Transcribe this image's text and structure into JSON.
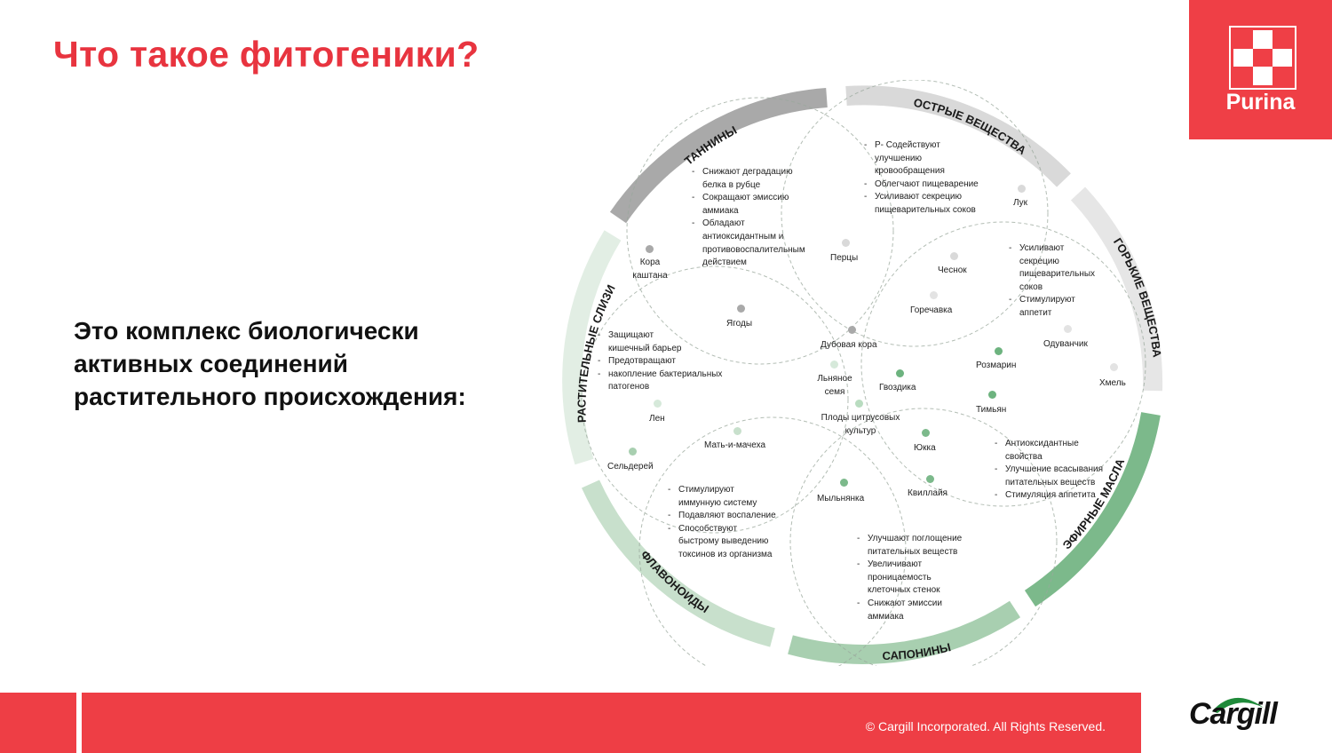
{
  "header": {
    "title": "Что такое фитогеники?",
    "subtitle_lines": [
      "Это комплекс биологически",
      "активных соединений",
      "растительного происхождения:"
    ]
  },
  "logos": {
    "purina": "Purina",
    "cargill": "Cargill"
  },
  "footer": {
    "copyright": "© Cargill Incorporated. All Rights Reserved."
  },
  "colors": {
    "accent_red": "#ee3e45",
    "tannins": "#a9a9a9",
    "pungent": "#d9d9d9",
    "bitter": "#e6e6e6",
    "mucilage": "#e2eee4",
    "flavonoids": "#c8e0cc",
    "saponins": "#a8cfb0",
    "essential_oils": "#7cb98b"
  },
  "diagram": {
    "segments": [
      {
        "name": "ТАННИНЫ"
      },
      {
        "name": "ОСТРЫЕ ВЕЩЕСТВА"
      },
      {
        "name": "ГОРЬКИЕ ВЕЩЕСТВА"
      },
      {
        "name": "ЭФИРНЫЕ МАСЛА"
      },
      {
        "name": "САПОНИНЫ"
      },
      {
        "name": "ФЛАВОНОИДЫ"
      },
      {
        "name": "РАСТИТЕЛЬНЫЕ СЛИЗИ"
      }
    ],
    "effects": {
      "tannins": [
        "Снижают деградацию",
        "белка в рубце",
        "Сокращают эмиссию",
        "аммиака",
        "Обладают",
        "антиоксидантным и",
        "противовоспалительным",
        "действием"
      ],
      "pungent": [
        "Р- Содействуют",
        "улучшению",
        "кровообращения",
        "Облегчают пищеварение",
        "Усиливают секрецию",
        "пищеварительных соков"
      ],
      "bitter": [
        "Усиливают",
        "секрецию",
        "пищеварительных",
        "соков",
        "Стимулируют",
        "аппетит"
      ],
      "essential_oils": [
        "Антиоксидантные",
        "свойства",
        "Улучшение всасывания",
        "питательных веществ",
        "Стимуляция аппетита"
      ],
      "saponins": [
        "Улучшают поглощение",
        "питательных веществ",
        "Увеличивают",
        "проницаемость",
        "клеточных стенок",
        "Снижают эмиссии",
        "аммиака"
      ],
      "flavonoids": [
        "Стимулируют",
        "иммунную систему",
        "Подавляют воспаление",
        "Способствуют",
        "быстрому выведению",
        "токсинов из организма"
      ],
      "mucilage": [
        "Защищают",
        "кишечный барьер",
        "Предотвращают",
        "накопление бактериальных",
        "патогенов"
      ]
    },
    "plants": [
      {
        "name": "Кора каштана",
        "lines": [
          "Кора",
          "каштана"
        ]
      },
      {
        "name": "Перцы"
      },
      {
        "name": "Лук"
      },
      {
        "name": "Чеснок"
      },
      {
        "name": "Горечавка"
      },
      {
        "name": "Ягоды"
      },
      {
        "name": "Дубовая кора"
      },
      {
        "name": "Льняное семя",
        "lines": [
          "Льняное",
          "семя"
        ]
      },
      {
        "name": "Гвоздика"
      },
      {
        "name": "Розмарин"
      },
      {
        "name": "Одуванчик"
      },
      {
        "name": "Хмель"
      },
      {
        "name": "Тимьян"
      },
      {
        "name": "Плоды цитрусовых культур",
        "lines": [
          "Плоды цитрусовых",
          "культур"
        ]
      },
      {
        "name": "Юкка"
      },
      {
        "name": "Лен"
      },
      {
        "name": "Мать-и-мачеха"
      },
      {
        "name": "Сельдерей"
      },
      {
        "name": "Мыльнянка"
      },
      {
        "name": "Квиллайя"
      }
    ]
  }
}
